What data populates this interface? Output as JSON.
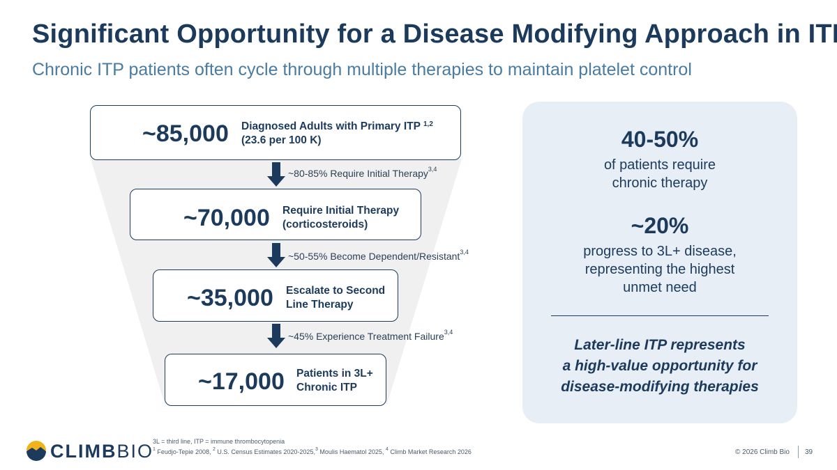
{
  "title": "Significant Opportunity for a Disease Modifying Approach in ITP",
  "subtitle": "Chronic ITP patients often cycle through multiple therapies to maintain platelet control",
  "funnel": {
    "stages": [
      {
        "number": "~85,000",
        "label_line1": "Diagnosed Adults with Primary ITP",
        "label_sup": "1,2",
        "label_line2": "(23.6 per 100 K)"
      },
      {
        "number": "~70,000",
        "label_line1": "Require Initial Therapy",
        "label_line2": "(corticosteroids)"
      },
      {
        "number": "~35,000",
        "label_line1": "Escalate to Second",
        "label_line2": "Line Therapy"
      },
      {
        "number": "~17,000",
        "label_line1": "Patients in 3L+",
        "label_line2": "Chronic ITP"
      }
    ],
    "steps": [
      {
        "text": "~80-85% Require Initial Therapy",
        "sup": "3,4"
      },
      {
        "text": "~50-55% Become Dependent/Resistant",
        "sup": "3,4"
      },
      {
        "text": "~45% Experience Treatment Failure",
        "sup": "3,4"
      }
    ]
  },
  "panel": {
    "stat1": "40-50%",
    "stat1_line1": "of patients require",
    "stat1_line2": "chronic therapy",
    "stat2": "~20%",
    "stat2_line1": "progress to 3L+ disease,",
    "stat2_line2": "representing the highest",
    "stat2_line3": "unmet need",
    "emphasis_line1": "Later-line ITP represents",
    "emphasis_line2": "a high-value opportunity for",
    "emphasis_line3": "disease-modifying therapies"
  },
  "footer": {
    "logo_bold": "CLIMB",
    "logo_light": "BIO",
    "abbrev": "3L = third line, ITP = immune thrombocytopenia",
    "ref1_sup": "1",
    "ref1": " Feudjo-Tepie 2008, ",
    "ref2_sup": "2",
    "ref2": " U.S. Census Estimates 2020-2025,",
    "ref3_sup": "3",
    "ref3": " Moulis Haematol 2025, ",
    "ref4_sup": "4",
    "ref4": " Climb Market Research 2026",
    "copyright": "© 2026 Climb Bio",
    "page_number": "39"
  },
  "colors": {
    "navy": "#1b3a5c",
    "subtitle_blue": "#4a7ba0",
    "panel_bg": "#e8eef5",
    "funnel_bg": "#f0f0f0",
    "logo_gold": "#f2b21b"
  }
}
